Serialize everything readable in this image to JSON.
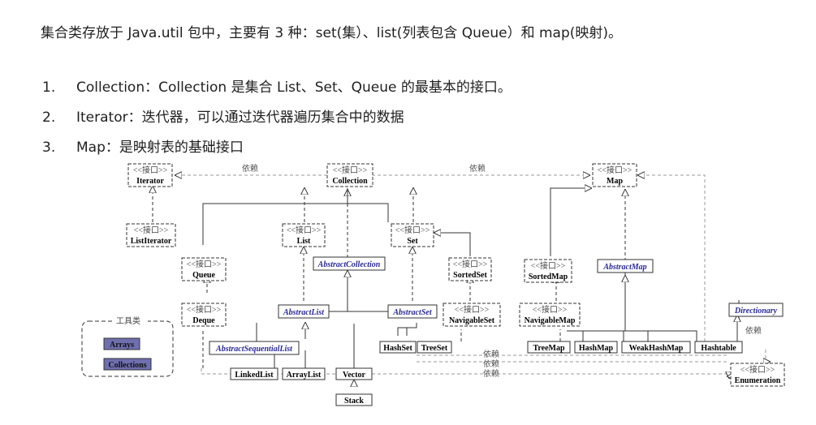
{
  "intro": "集合类存放于 Java.util 包中，主要有 3 种：set(集）、list(列表包含 Queue）和 map(映射)。",
  "items": [
    {
      "num": "1.",
      "text": "Collection：Collection 是集合 List、Set、Queue 的最基本的接口。"
    },
    {
      "num": "2.",
      "text": "Iterator：迭代器，可以通过迭代器遍历集合中的数据"
    },
    {
      "num": "3.",
      "text": "Map：是映射表的基础接口"
    }
  ],
  "diagram": {
    "stereotype": "<<接口>>",
    "depends_label": "依赖",
    "tools_label": "工具类",
    "nodes": {
      "iterator": "Iterator",
      "collection": "Collection",
      "map": "Map",
      "list_iterator": "ListIterator",
      "list": "List",
      "set": "Set",
      "queue": "Queue",
      "abstract_collection": "AbstractCollection",
      "sorted_set": "SortedSet",
      "sorted_map": "SortedMap",
      "abstract_map": "AbstractMap",
      "deque": "Deque",
      "abstract_list": "AbstractList",
      "abstract_set": "AbstractSet",
      "navigable_set": "NavigableSet",
      "navigable_map": "NavigableMap",
      "dictionary": "Directionary",
      "abstract_sequential_list": "AbstractSequentialList",
      "hash_set": "HashSet",
      "tree_set": "TreeSet",
      "tree_map": "TreeMap",
      "hash_map": "HashMap",
      "weak_hash_map": "WeakHashMap",
      "hashtable": "Hashtable",
      "linked_list": "LinkedList",
      "array_list": "ArrayList",
      "vector": "Vector",
      "stack": "Stack",
      "enumeration": "Enumeration",
      "arrays": "Arrays",
      "collections": "Collections"
    }
  }
}
